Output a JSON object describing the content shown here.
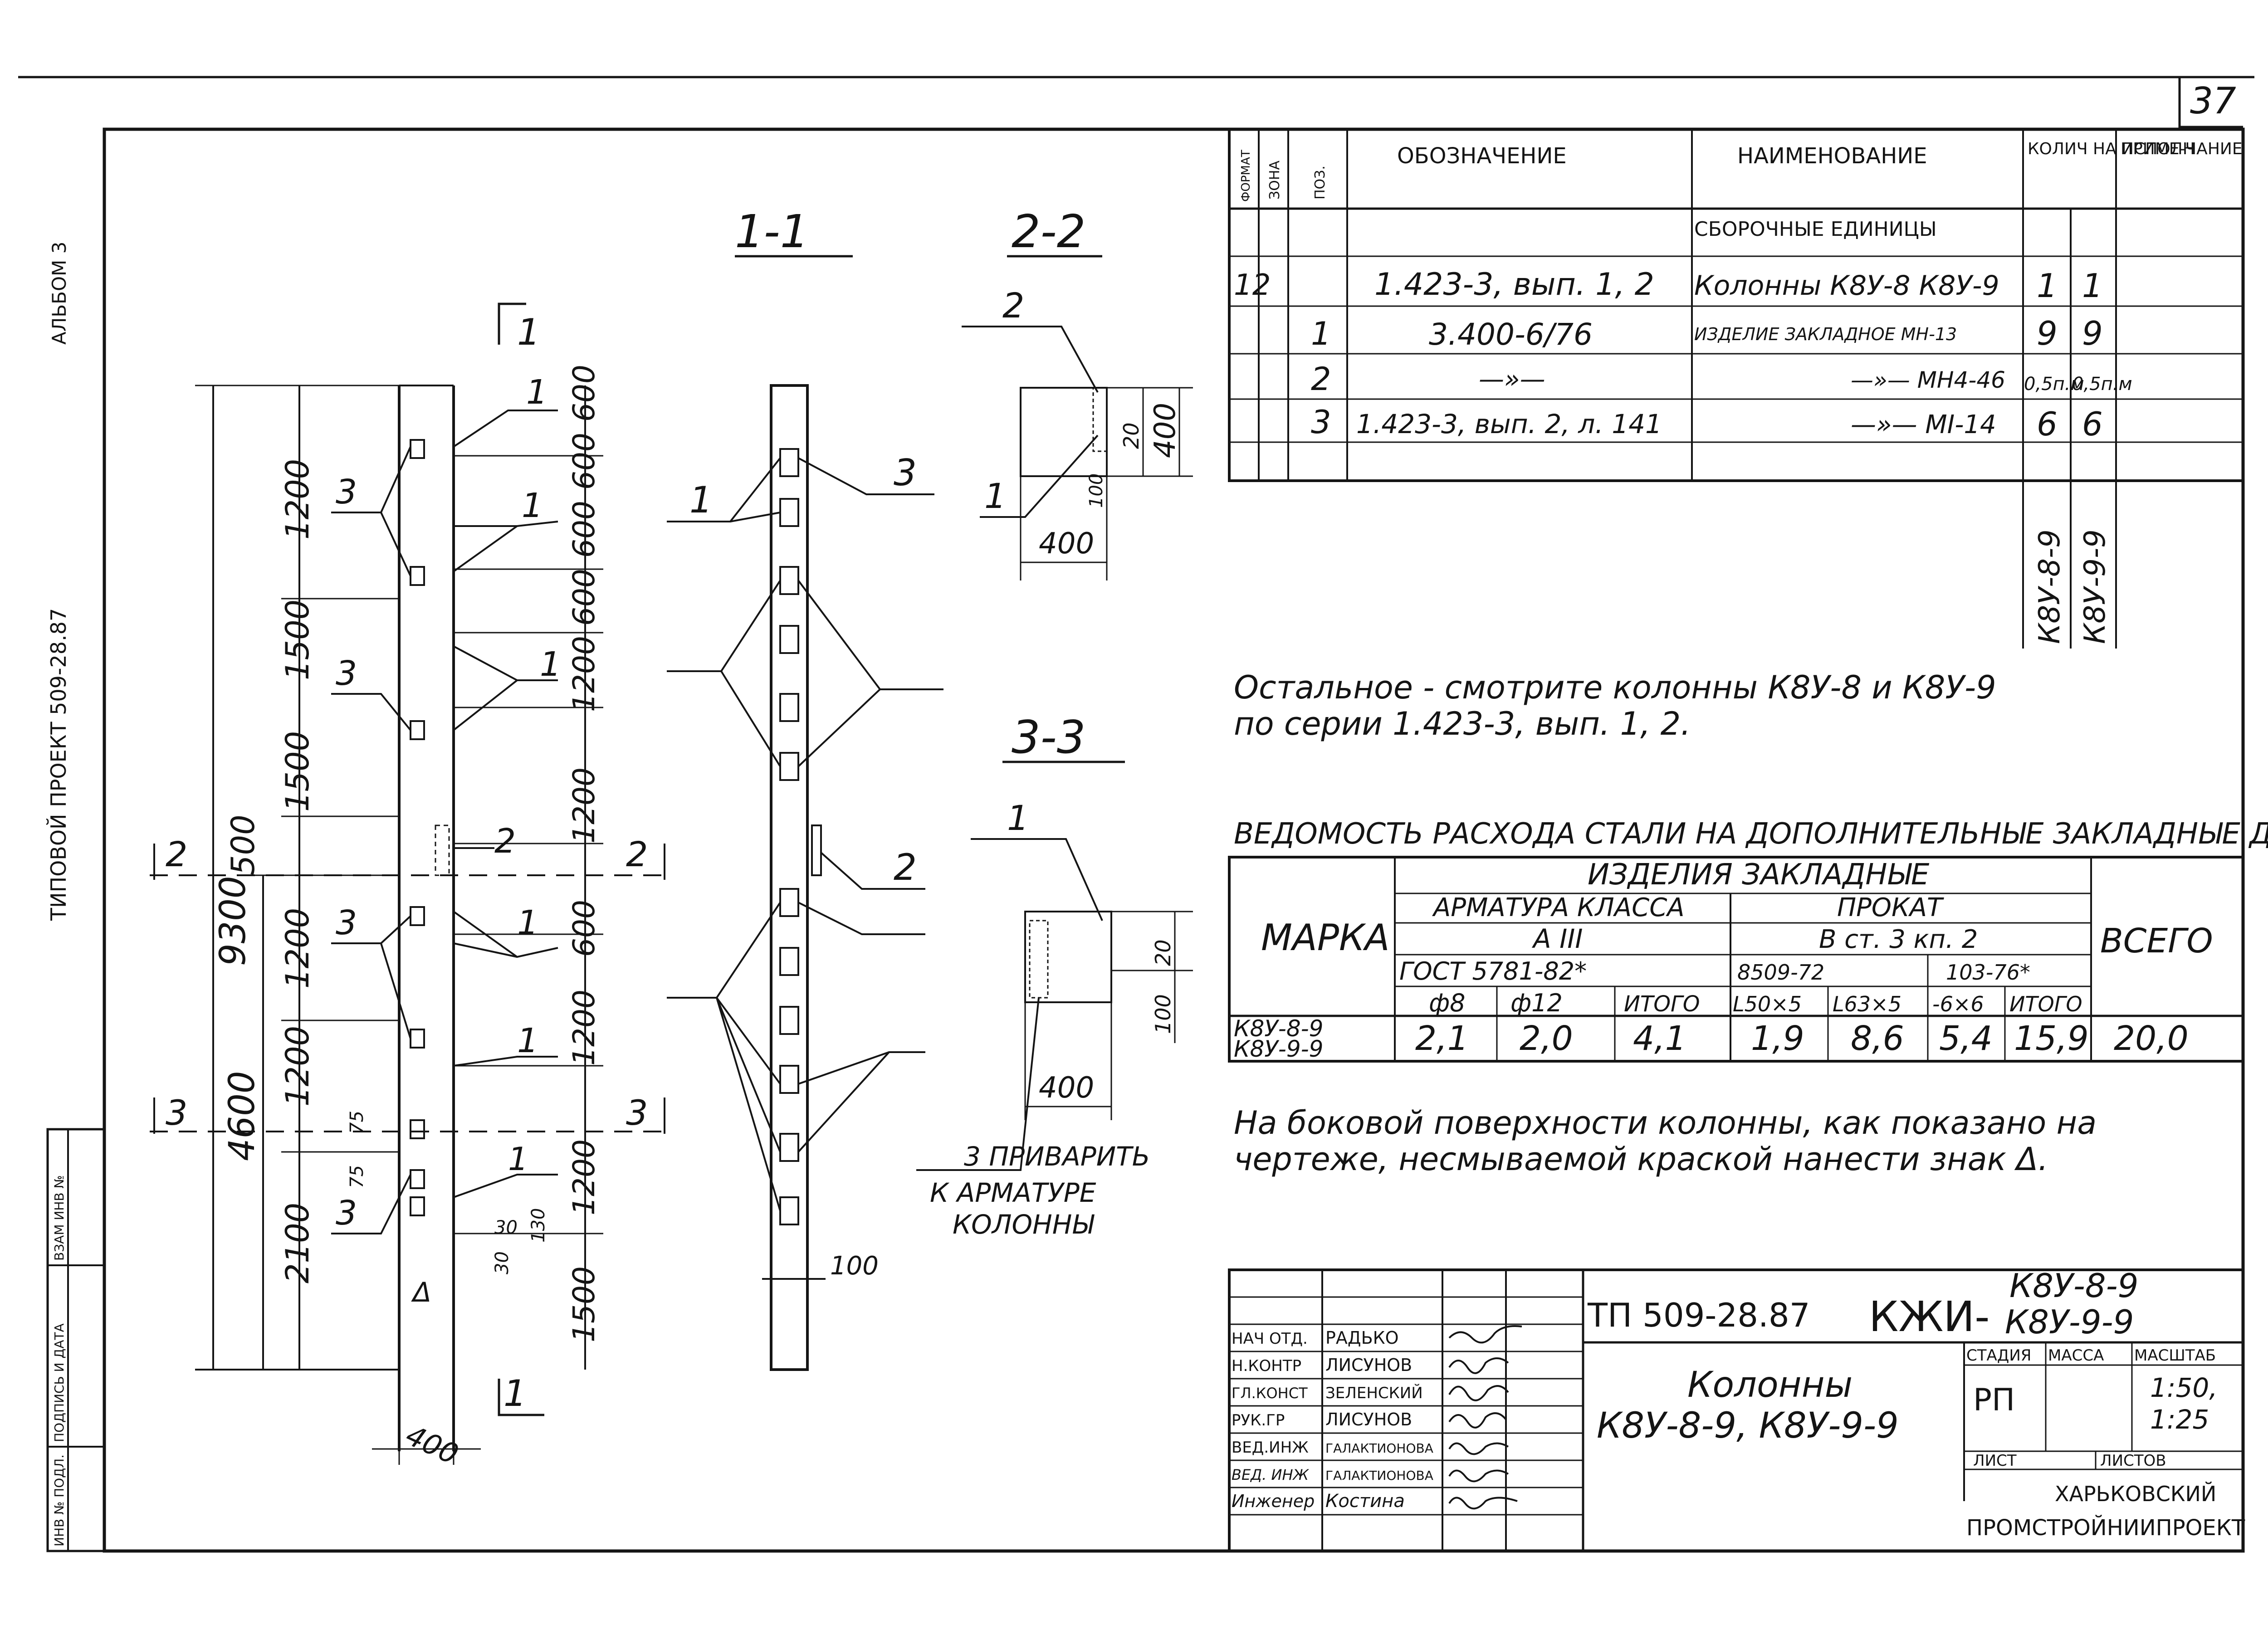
{
  "sheet_number": "37",
  "left_margin": {
    "album": "АЛЬБОМ 3",
    "project": "ТИПОВОЙ ПРОЕКТ 509-28.87",
    "stamp_cells": [
      "ИНВ № ПОДЛ.",
      "ПОДПИСЬ И ДАТА",
      "ВЗАМ ИНВ №"
    ]
  },
  "section_titles": {
    "s11": "1-1",
    "s22": "2-2",
    "s33": "3-3"
  },
  "elevation": {
    "cut_mark_top": "1",
    "cut_mark_bottom": "1",
    "mark_2_left": "2",
    "mark_2_right": "2",
    "mark_3_left": "3",
    "mark_3_right": "3",
    "overall_dim": "9300",
    "lower_dim": "4600",
    "left_dims": [
      "1200",
      "1500",
      "1500",
      "500",
      "1200",
      "1200",
      "2100"
    ],
    "right_dims": [
      "600",
      "600",
      "600",
      "600",
      "1200",
      "1200",
      "600",
      "1200",
      "1200",
      "1500"
    ],
    "width_dim": "400",
    "small_dims": [
      "75",
      "75",
      "30",
      "130",
      "30"
    ],
    "callouts": {
      "one": "1",
      "two": "2",
      "three": "3"
    },
    "triangle": "Δ"
  },
  "view_1_1": {
    "bottom_dim": "100",
    "callout_1": "1",
    "callout_2": "2",
    "callout_3": "3"
  },
  "section_2_2": {
    "dim_width": "400",
    "dim_20": "20",
    "dim_400v": "400",
    "dim_100": "100",
    "callout_1": "1",
    "callout_2": "2"
  },
  "section_3_3": {
    "dim_width": "400",
    "dim_20": "20",
    "dim_100": "100",
    "callout_1": "1",
    "note_3": "3 ПРИВАРИТЬ",
    "note_line2": "К АРМАТУРЕ",
    "note_line3": "КОЛОННЫ"
  },
  "spec_table": {
    "headers": {
      "format": "ФОРМАТ",
      "zone": "ЗОНА",
      "pos": "ПОЗ.",
      "designation": "ОБОЗНАЧЕНИЕ",
      "name": "НАИМЕНОВАНИЕ",
      "qty": "КОЛИЧ НА ИСПОЛН",
      "note": "ПРИМЕ-ЧАНИЕ"
    },
    "section_label": "СБОРОЧНЫЕ ЕДИНИЦЫ",
    "rows": [
      {
        "format": "12",
        "pos": "",
        "designation": "1.423-3, вып. 1, 2",
        "name": "Колонны К8У-8 К8У-9",
        "q1": "1",
        "q2": "1"
      },
      {
        "format": "",
        "pos": "1",
        "designation": "3.400-6/76",
        "name": "ИЗДЕЛИЕ ЗАКЛАДНОЕ МН-13",
        "q1": "9",
        "q2": "9"
      },
      {
        "format": "",
        "pos": "2",
        "designation": "—»—",
        "name": "—»— МН4-46",
        "q1": "0,5п.м",
        "q2": "0,5п.м"
      },
      {
        "format": "",
        "pos": "3",
        "designation": "1.423-3, вып. 2, л. 141",
        "name": "—»— МI-14",
        "q1": "6",
        "q2": "6"
      }
    ],
    "vertical_labels": [
      "К8У-8-9",
      "К8У-9-9"
    ]
  },
  "note_top": {
    "line1": "Остальное - смотрите колонны К8У-8 и К8У-9",
    "line2": "по серии 1.423-3, вып. 1, 2."
  },
  "steel_table": {
    "title": "ВЕДОМОСТЬ РАСХОДА СТАЛИ НА ДОПОЛНИТЕЛЬНЫЕ ЗАКЛАДНЫЕ ДЕТАЛИ",
    "mark_header": "МАРКА",
    "items_header": "ИЗДЕЛИЯ ЗАКЛАДНЫЕ",
    "rebar_header": "АРМАТУРА КЛАССА",
    "rebar_class": "А III",
    "rebar_gost": "ГОСТ 5781-82*",
    "rolled_header": "ПРОКАТ",
    "rolled_steel": "В ст. 3 кп. 2",
    "rolled_gost1": "8509-72",
    "rolled_gost2": "103-76*",
    "total_header": "ВСЕГО",
    "cols": [
      "ф8",
      "ф12",
      "ИТОГО",
      "L50×5",
      "L63×5",
      "-6×6",
      "ИТОГО"
    ],
    "marks": [
      "К8У-8-9",
      "К8У-9-9"
    ],
    "values": [
      "2,1",
      "2,0",
      "4,1",
      "1,9",
      "8,6",
      "5,4",
      "15,9"
    ],
    "total": "20,0"
  },
  "note_bottom": {
    "line1": "На боковой поверхности колонны, как показано на",
    "line2": "чертеже, несмываемой краской нанести знак Δ."
  },
  "title_block": {
    "code": "ТП 509-28.87",
    "doc_prefix": "КЖИ-",
    "doc_mark_1": "К8У-8-9",
    "doc_mark_2": "К8У-9-9",
    "title_line1": "Колонны",
    "title_line2": "К8У-8-9, К8У-9-9",
    "roles": [
      "НАЧ ОТД.",
      "Н.КОНТР",
      "ГЛ.КОНСТ",
      "РУК.ГР",
      "ВЕД.ИНЖ",
      "ВЕД. ИНЖ",
      "Инженер"
    ],
    "names": [
      "РАДЬКО",
      "ЛИСУНОВ",
      "ЗЕЛЕНСКИЙ",
      "ЛИСУНОВ",
      "ГАЛАКТИОНОВА",
      "ГАЛАКТИОНОВА",
      "Костина"
    ],
    "stage_header": "СТАДИЯ",
    "mass_header": "МАССА",
    "scale_header": "МАСШТАБ",
    "stage": "РП",
    "scale_1": "1:50,",
    "scale_2": "1:25",
    "sheet_label": "ЛИСТ",
    "sheets_label": "ЛИСТОВ",
    "org_line1": "ХАРЬКОВСКИЙ",
    "org_line2": "ПРОМСТРОЙНИИПРОЕКТ"
  }
}
